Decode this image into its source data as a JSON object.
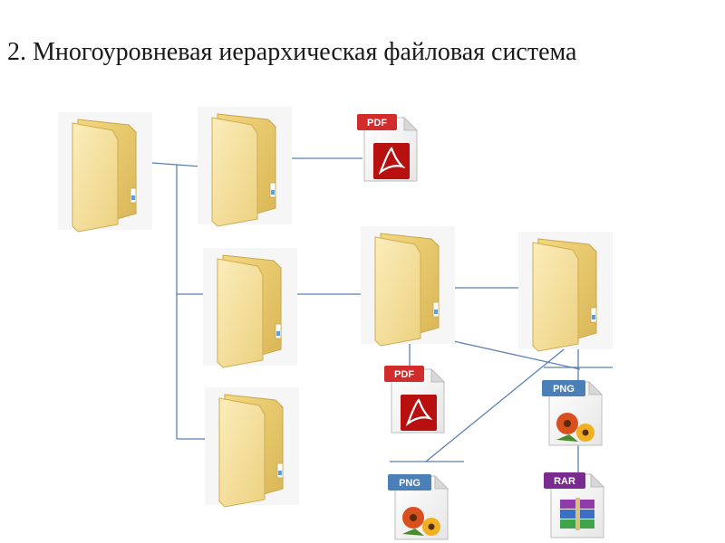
{
  "title": "2. Многоуровневая иерархическая файловая система",
  "icons": {
    "folder": "folder-icon",
    "pdf": "pdf-file-icon",
    "png": "png-image-file-icon",
    "rar": "rar-archive-file-icon"
  },
  "labels": {
    "pdf": "PDF",
    "png": "PNG",
    "rar": "RAR"
  },
  "colors": {
    "folder_light": "#f7e4a0",
    "folder_dark": "#e2c15f",
    "line": "#5b7fb5",
    "pdf_red": "#d22b2b",
    "png_blue": "#4a7fb8",
    "rar_purple": "#7b2b8f"
  }
}
